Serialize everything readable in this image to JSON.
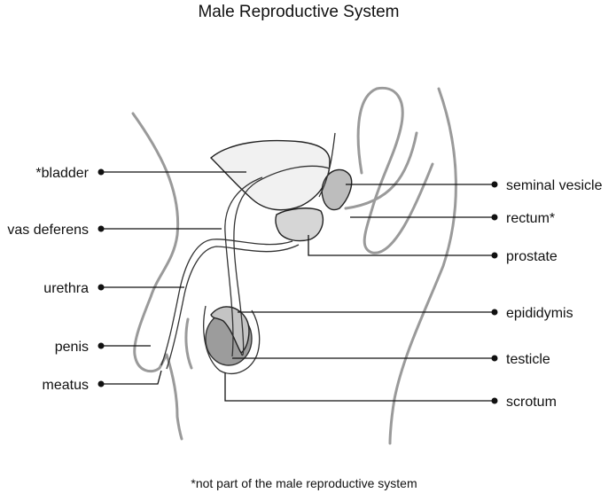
{
  "title": "Male Reproductive System",
  "footnote": "*not part of the male reproductive system",
  "labels": {
    "bladder": "*bladder",
    "vas_deferens": "vas deferens",
    "urethra": "urethra",
    "penis": "penis",
    "meatus": "meatus",
    "seminal_vesicle": "seminal vesicle",
    "rectum": "rectum*",
    "prostate": "prostate",
    "epididymis": "epididymis",
    "testicle": "testicle",
    "scrotum": "scrotum"
  }
}
